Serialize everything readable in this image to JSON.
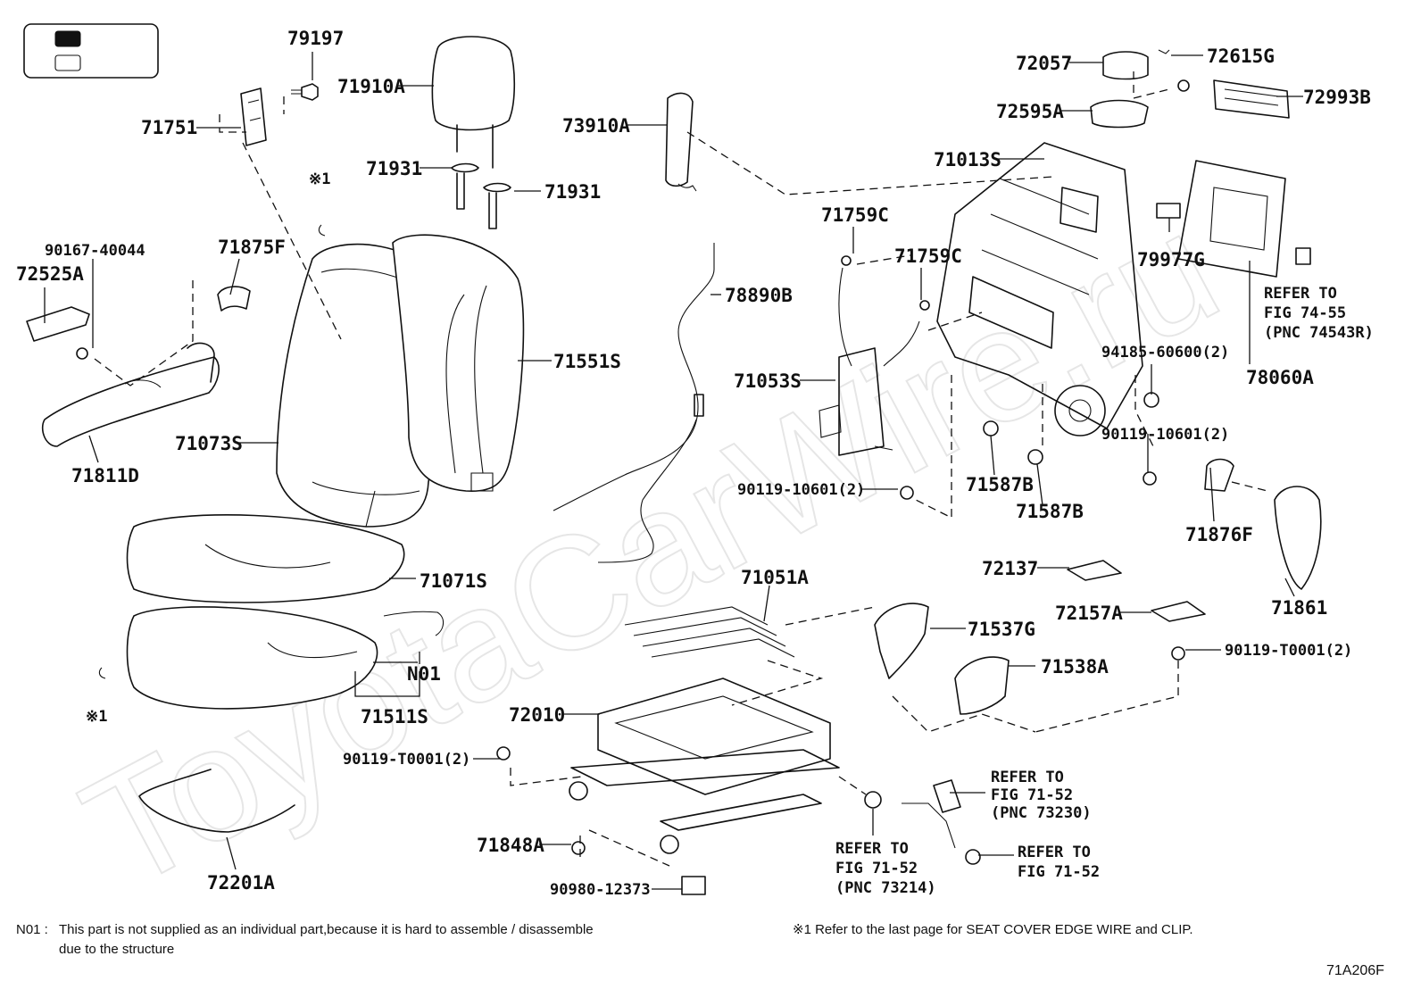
{
  "labels": {
    "p79197": "79197",
    "p71910a": "71910A",
    "p71751": "71751",
    "p71931a": "71931",
    "p71931b": "71931",
    "p73910a": "73910A",
    "p72057": "72057",
    "p72615g": "72615G",
    "p72595a": "72595A",
    "p72993b": "72993B",
    "p71013s": "71013S",
    "p71759c_a": "71759C",
    "p71759c_b": "71759C",
    "p79977g": "79977G",
    "p78890b": "78890B",
    "p71551s": "71551S",
    "p90167": "90167-40044",
    "p72525a": "72525A",
    "p71875f": "71875F",
    "p71811d": "71811D",
    "p71073s": "71073S",
    "p71053s": "71053S",
    "p94185": "94185-60600(2)",
    "p78060a": "78060A",
    "p90119_10601_a": "90119-10601(2)",
    "p71587b_a": "71587B",
    "p71587b_b": "71587B",
    "p90119_10601_b": "90119-10601(2)",
    "p71876f": "71876F",
    "p71861": "71861",
    "p71071s": "71071S",
    "p72137": "72137",
    "p71051a": "71051A",
    "p72157a": "72157A",
    "p71537g": "71537G",
    "p90119_t0001_a": "90119-T0001(2)",
    "p71538a": "71538A",
    "p72010": "72010",
    "pn01": "N01",
    "p71511s": "71511S",
    "p90119_t0001_b": "90119-T0001(2)",
    "p71848a": "71848A",
    "p90980": "90980-12373",
    "p72201a": "72201A",
    "clip_mark_a": "※1",
    "clip_mark_b": "※1"
  },
  "references": {
    "fig_74_55": [
      "REFER TO",
      "FIG 74-55",
      "(PNC 74543R)"
    ],
    "fig_71_52_a": [
      "REFER TO",
      "FIG 71-52",
      "(PNC 73230)"
    ],
    "fig_71_52_b": [
      "REFER TO",
      "FIG 71-52",
      "(PNC 73214)"
    ],
    "fig_71_52_c": [
      "REFER TO",
      "FIG 71-52"
    ]
  },
  "footer": {
    "n01_code": "N01 :",
    "n01_line1": "This part is not supplied as an individual part,because it is hard to assemble / disassemble",
    "n01_line2": "due to the structure",
    "clip_note": "※1  Refer to the last page for SEAT COVER EDGE WIRE and CLIP.",
    "figure_id": "71A206F"
  },
  "watermark": "ToyotaCarWire.ru",
  "legend_box": {
    "swatches": [
      "filled",
      "outline"
    ]
  }
}
